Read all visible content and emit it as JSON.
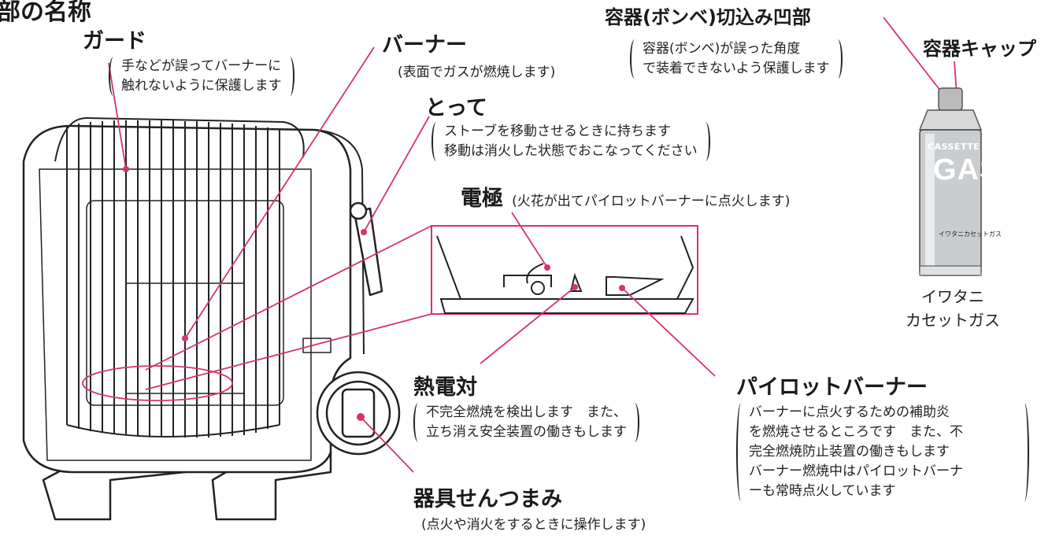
{
  "section_title": "部の名称",
  "parts": {
    "guard": {
      "title": "ガード",
      "desc": [
        "手などが誤ってバーナーに",
        "触れないように保護します"
      ]
    },
    "burner": {
      "title": "バーナー",
      "desc": "(表面でガスが燃焼します)"
    },
    "handle": {
      "title": "とって",
      "desc": [
        "ストーブを移動させるときに持ちます",
        "移動は消火した状態でおこなってください"
      ]
    },
    "electrode": {
      "title": "電極",
      "desc": "(火花が出てパイロットバーナーに点火します)"
    },
    "thermocouple": {
      "title": "熱電対",
      "desc": [
        "不完全燃焼を検出します　また、",
        "立ち消え安全装置の働きもします"
      ]
    },
    "pilot_burner": {
      "title": "パイロットバーナー",
      "desc": [
        "バーナーに点火するための補助炎",
        "を燃焼させるところです　また、不",
        "完全燃焼防止装置の働きもします",
        "バーナー燃焼中はパイロットバーナ",
        "ーも常時点火しています"
      ]
    },
    "valve_knob": {
      "title": "器具せんつまみ",
      "desc": "(点火や消火をするときに操作します)"
    },
    "notch": {
      "title": "容器(ボンベ)切込み凹部",
      "desc": [
        "容器(ボンベ)が誤った角度",
        "で装着できないよう保護します"
      ]
    },
    "cap": {
      "title": "容器キャップ"
    },
    "cartridge": {
      "caption": [
        "イワタニ",
        "カセットガス"
      ],
      "label_top": "CASSETTE",
      "label_big": "GAS",
      "label_brand": "イワタニカセットガス"
    }
  },
  "colors": {
    "accent": "#d6336c",
    "line": "#222222"
  }
}
